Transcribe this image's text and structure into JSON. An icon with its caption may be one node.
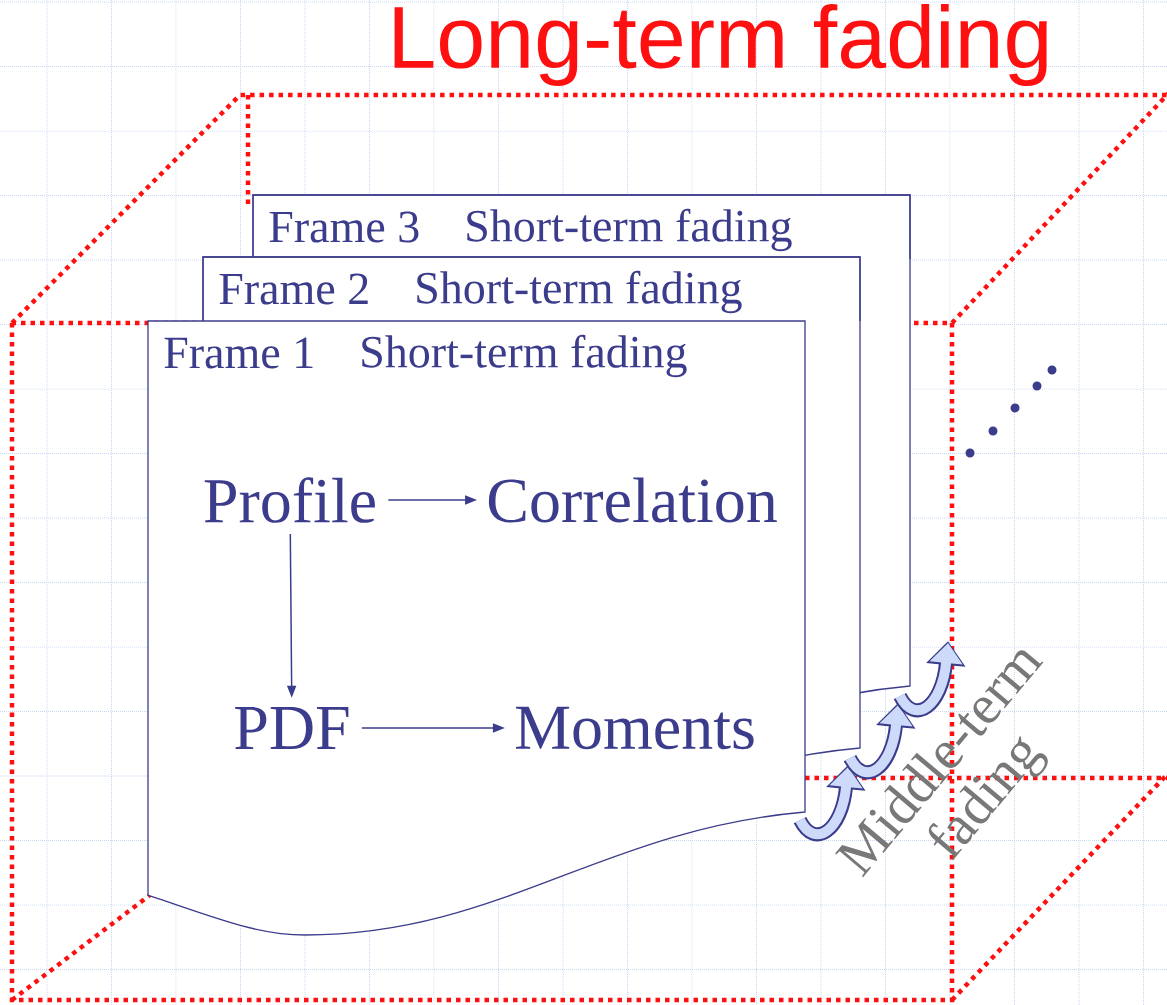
{
  "diagram": {
    "title": "Long-term fading",
    "nodes": [
      {
        "text": [
          "Frame 3",
          "Short-term fading"
        ]
      },
      {
        "text": [
          "Frame 2",
          "Short-term fading"
        ]
      },
      {
        "text": [
          "Frame 1",
          "Short-term fading"
        ]
      },
      {
        "text": [
          "Profile"
        ],
        "in": 2
      },
      {
        "text": [
          "Correlation"
        ],
        "in": 2
      },
      {
        "text": [
          "PDF"
        ],
        "in": 2
      },
      {
        "text": [
          "Moments"
        ],
        "in": 2
      }
    ],
    "edges": [
      {
        "from": 3,
        "to": 4,
        "arrow": "to"
      },
      {
        "from": 3,
        "to": 5,
        "arrow": "to"
      },
      {
        "from": 5,
        "to": 6,
        "arrow": "to"
      }
    ],
    "labels": [
      "Middle-term fading"
    ]
  }
}
